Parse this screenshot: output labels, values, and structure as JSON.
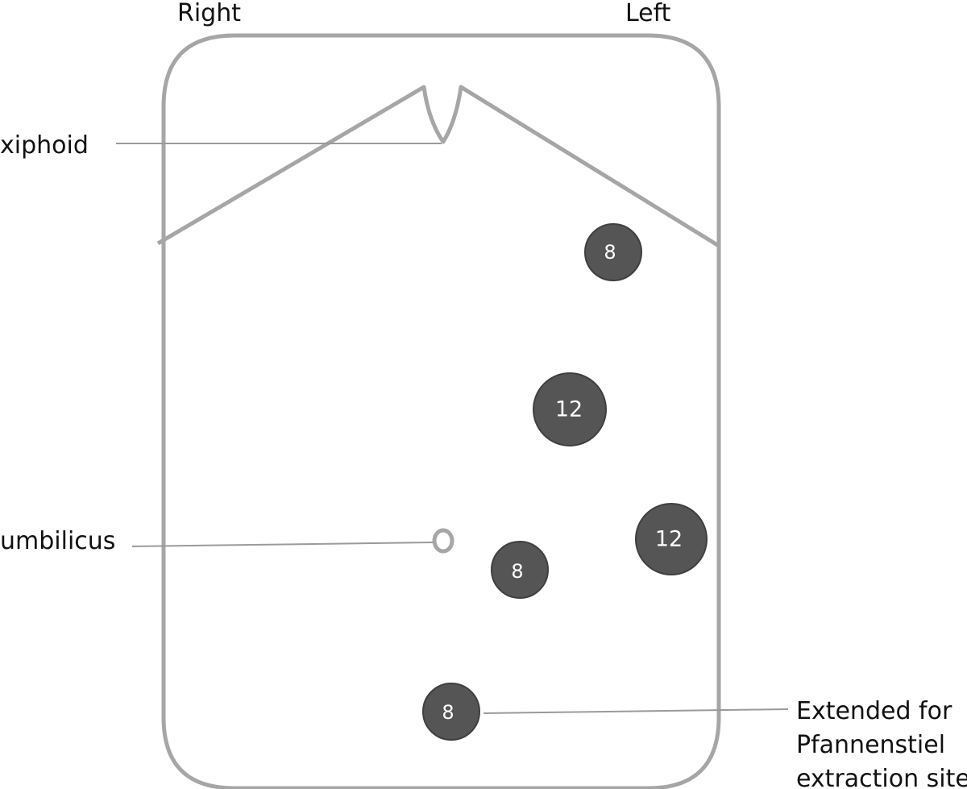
{
  "labels": {
    "right": "Right",
    "left": "Left",
    "xiphoid": "xiphoid",
    "umbilicus": "umbilicus",
    "extraction_line1": "Extended for",
    "extraction_line2": "Pfannenstiel",
    "extraction_line3": "extraction site"
  },
  "ports": [
    {
      "label": "8"
    },
    {
      "label": "12"
    },
    {
      "label": "12"
    },
    {
      "label": "8"
    },
    {
      "label": "8"
    }
  ],
  "colors": {
    "outline": "#a6a6a6",
    "port_fill": "#555555",
    "port_text": "#ffffff",
    "text": "#111111"
  }
}
